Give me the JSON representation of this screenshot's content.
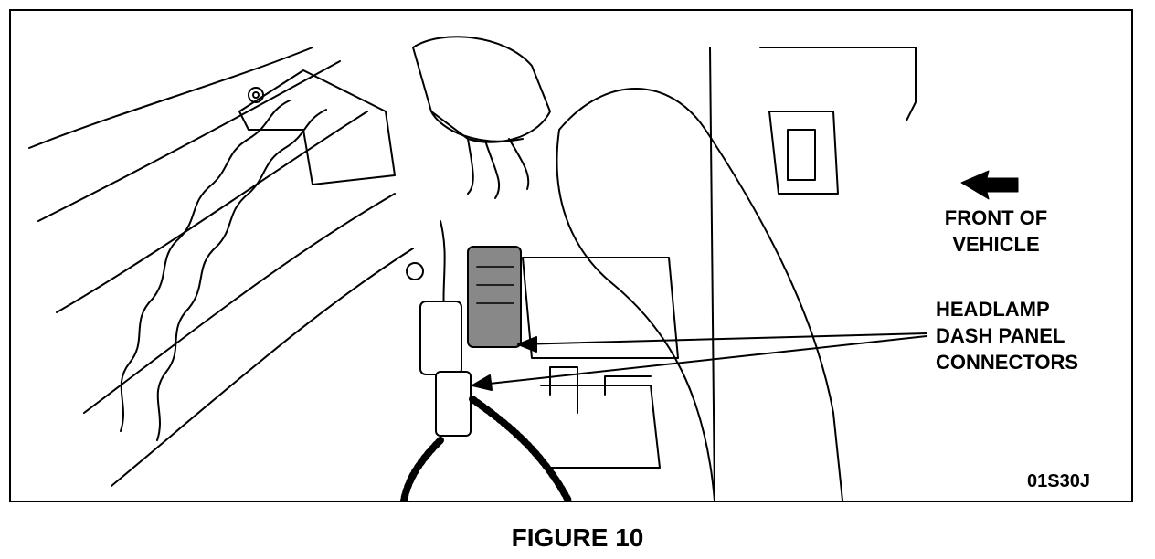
{
  "diagram": {
    "direction_label_line1": "FRONT OF",
    "direction_label_line2": "VEHICLE",
    "callout_line1": "HEADLAMP",
    "callout_line2": "DASH PANEL",
    "callout_line3": "CONNECTORS",
    "figure_code": "01S30J",
    "caption": "FIGURE 10",
    "direction_arrow_icon": "arrow-left-icon",
    "line_color": "#000000",
    "background_color": "#ffffff"
  }
}
